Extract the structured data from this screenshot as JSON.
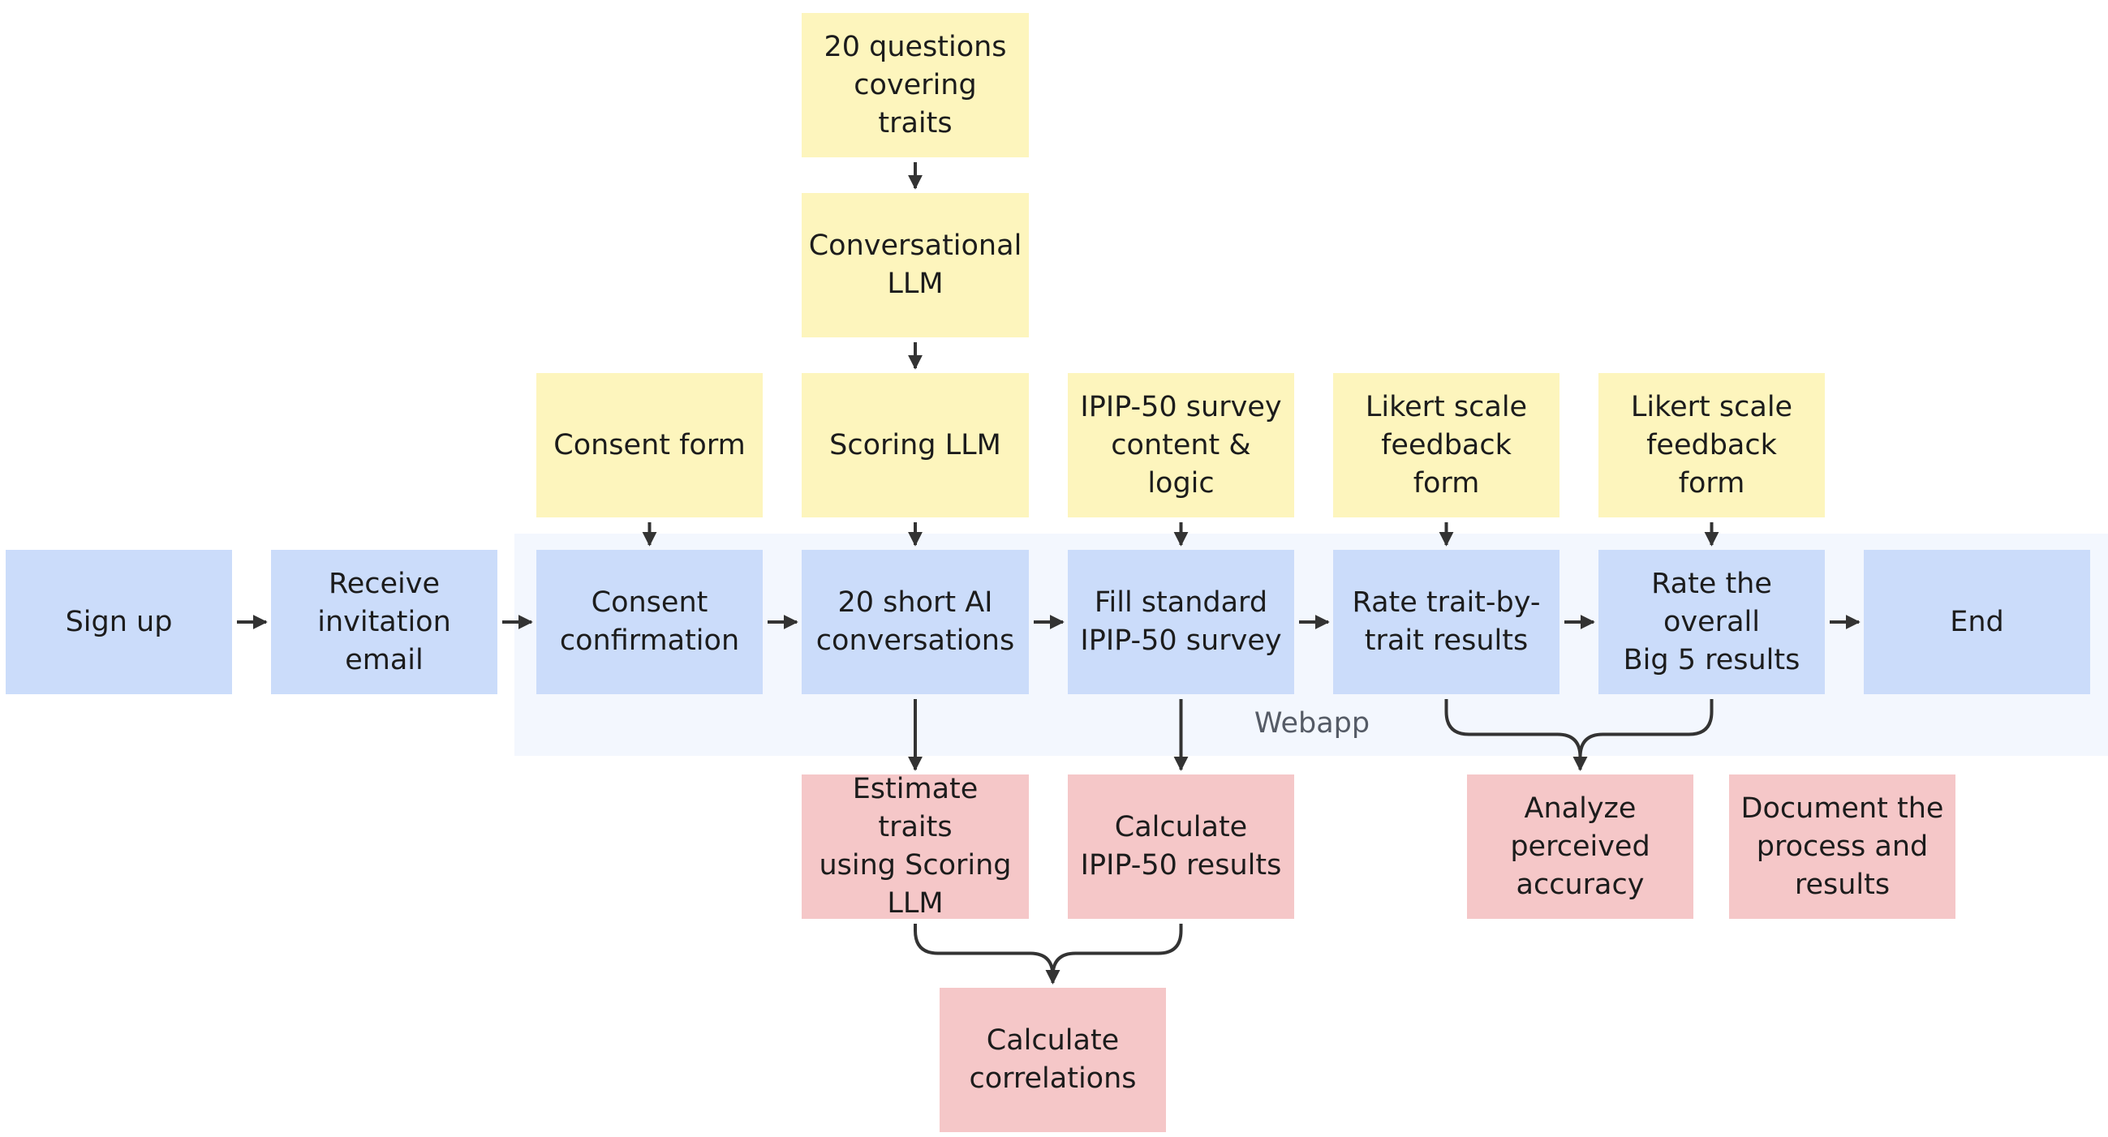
{
  "diagram": {
    "group_label": "Webapp",
    "colors": {
      "process": "#cbdcfa",
      "input": "#fdf5bd",
      "analysis": "#f5c7c8",
      "group": "#f3f7fe",
      "edge": "#333333"
    },
    "nodes": {
      "sign_up": "Sign up",
      "receive_email": "Receive\ninvitation email",
      "consent_confirmation": "Consent\nconfirmation",
      "ai_conversations": "20 short AI\nconversations",
      "fill_survey": "Fill standard\nIPIP-50 survey",
      "rate_trait": "Rate trait-by-\ntrait results",
      "rate_overall": "Rate the overall\nBig 5 results",
      "end": "End",
      "questions": "20 questions\ncovering traits",
      "conversational_llm": "Conversational\nLLM",
      "consent_form": "Consent form",
      "scoring_llm": "Scoring LLM",
      "ipip_content": "IPIP-50 survey\ncontent & logic",
      "likert_1": "Likert scale\nfeedback form",
      "likert_2": "Likert scale\nfeedback form",
      "estimate_traits": "Estimate traits\nusing Scoring\nLLM",
      "calc_ipip": "Calculate\nIPIP-50 results",
      "analyze_accuracy": "Analyze\nperceived\naccuracy",
      "document": "Document the\nprocess and\nresults",
      "correlations": "Calculate\ncorrelations"
    },
    "edges": [
      {
        "from": "sign_up",
        "to": "receive_email"
      },
      {
        "from": "receive_email",
        "to": "consent_confirmation"
      },
      {
        "from": "consent_confirmation",
        "to": "ai_conversations"
      },
      {
        "from": "ai_conversations",
        "to": "fill_survey"
      },
      {
        "from": "fill_survey",
        "to": "rate_trait"
      },
      {
        "from": "rate_trait",
        "to": "rate_overall"
      },
      {
        "from": "rate_overall",
        "to": "end"
      },
      {
        "from": "questions",
        "to": "conversational_llm"
      },
      {
        "from": "conversational_llm",
        "to": "scoring_llm"
      },
      {
        "from": "consent_form",
        "to": "consent_confirmation"
      },
      {
        "from": "scoring_llm",
        "to": "ai_conversations"
      },
      {
        "from": "ipip_content",
        "to": "fill_survey"
      },
      {
        "from": "likert_1",
        "to": "rate_trait"
      },
      {
        "from": "likert_2",
        "to": "rate_overall"
      },
      {
        "from": "ai_conversations",
        "to": "estimate_traits"
      },
      {
        "from": "fill_survey",
        "to": "calc_ipip"
      },
      {
        "from": "rate_trait",
        "to": "analyze_accuracy"
      },
      {
        "from": "rate_overall",
        "to": "analyze_accuracy"
      },
      {
        "from": "estimate_traits",
        "to": "correlations"
      },
      {
        "from": "calc_ipip",
        "to": "correlations"
      }
    ]
  }
}
